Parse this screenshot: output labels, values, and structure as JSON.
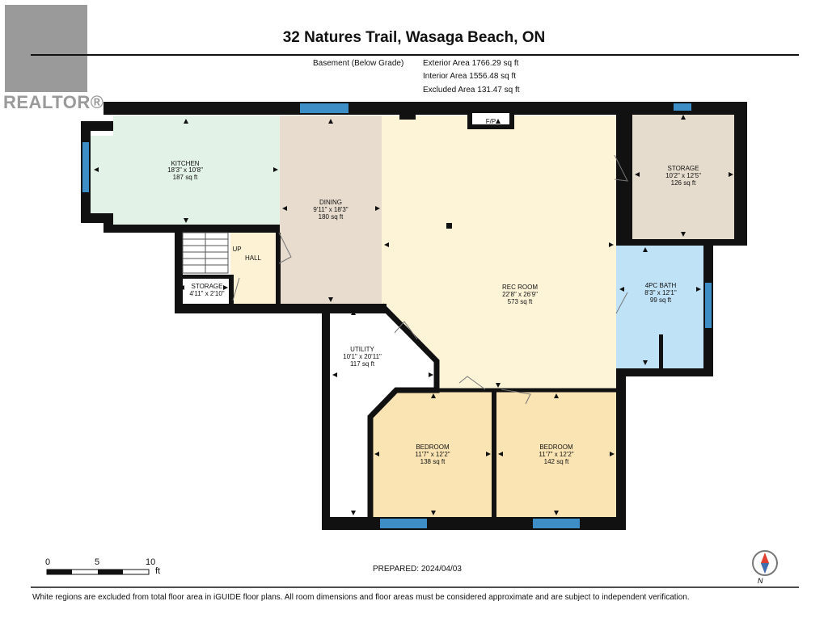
{
  "logo": {
    "text": "REALTOR®"
  },
  "title": "32 Natures Trail, Wasaga Beach, ON",
  "summary": {
    "level_label": "Basement (Below Grade)",
    "exterior": "Exterior Area 1766.29 sq ft",
    "interior": "Interior Area 1556.48 sq ft",
    "excluded": "Excluded Area 131.47 sq ft"
  },
  "rooms": {
    "kitchen": {
      "name": "KITCHEN",
      "dims": "18'3\" x 10'8\"",
      "area": "187 sq ft"
    },
    "dining": {
      "name": "DINING",
      "dims": "9'11\" x 18'3\"",
      "area": "180 sq ft"
    },
    "rec_room": {
      "name": "REC ROOM",
      "dims": "22'8\" x 26'9\"",
      "area": "573 sq ft"
    },
    "storage_main": {
      "name": "STORAGE",
      "dims": "10'2\" x 12'5\"",
      "area": "126 sq ft"
    },
    "bath": {
      "name": "4PC BATH",
      "dims": "8'3\" x 12'1\"",
      "area": "99 sq ft"
    },
    "utility": {
      "name": "UTILITY",
      "dims": "10'1\" x 20'11\"",
      "area": "117 sq ft"
    },
    "bedroom1": {
      "name": "BEDROOM",
      "dims": "11'7\" x 12'2\"",
      "area": "138 sq ft"
    },
    "bedroom2": {
      "name": "BEDROOM",
      "dims": "11'7\" x 12'2\"",
      "area": "142 sq ft"
    },
    "storage_small": {
      "name": "STORAGE",
      "dims": "4'11\" x 2'10\""
    },
    "hall": {
      "name": "HALL"
    },
    "stairs_up": "UP",
    "fireplace": "F/P"
  },
  "scale": {
    "labels": [
      "0",
      "5",
      "10"
    ],
    "unit": "ft"
  },
  "prepared": "PREPARED: 2024/04/03",
  "compass": {
    "label": "N"
  },
  "footer": "White regions are excluded from total floor area in iGUIDE floor plans. All room dimensions and floor areas must be considered approximate and are subject to independent verification.",
  "colors": {
    "kitchen": "#e3f2e6",
    "dining": "#e7dccd",
    "rec_room": "#fdf4d8",
    "storage": "#e6dccd",
    "bath": "#bfe2f6",
    "bedroom": "#fbe4b3",
    "hall": "#fdf2d4",
    "window": "#3d8ec6",
    "wall": "#111111"
  }
}
